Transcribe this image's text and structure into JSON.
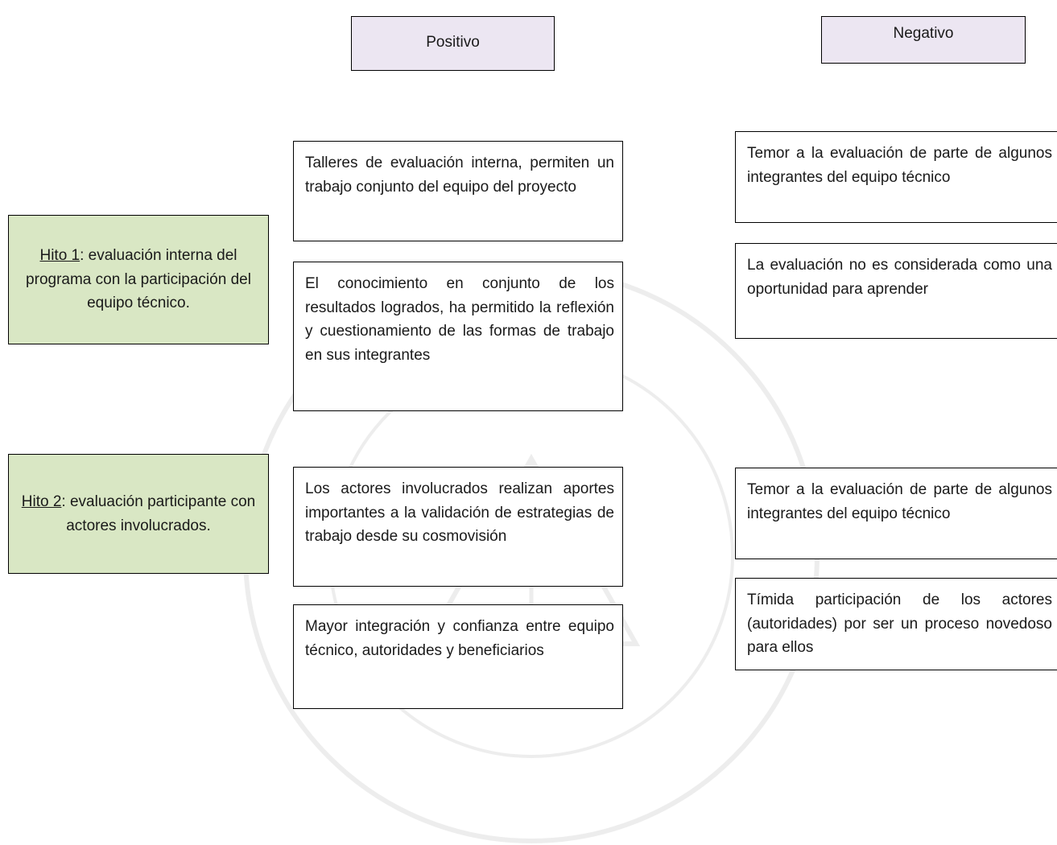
{
  "headers": {
    "positive": "Positivo",
    "negative": "Negativo"
  },
  "hito1": {
    "label": "Hito 1",
    "text": ": evaluación interna del programa con la participación del equipo técnico."
  },
  "hito2": {
    "label": "Hito 2",
    "text": ": evaluación participante con actores involucrados."
  },
  "hito1_positive": [
    "Talleres de evaluación interna, permiten un trabajo conjunto del equipo del proyecto",
    "El conocimiento en conjunto de los resultados logrados, ha permitido la reflexión y cuestionamiento de las formas de trabajo en sus integrantes"
  ],
  "hito1_negative": [
    "Temor a la evaluación de parte de algunos integrantes del equipo técnico",
    "La evaluación no es considerada como una oportunidad para aprender"
  ],
  "hito2_positive": [
    "Los actores involucrados realizan aportes importantes a la validación de estrategias de trabajo desde su cosmovisión",
    "Mayor integración y confianza entre equipo técnico, autoridades y beneficiarios"
  ],
  "hito2_negative": [
    "Temor a la evaluación de parte de algunos integrantes del equipo técnico",
    "Tímida participación de los actores (autoridades) por ser un proceso novedoso para ellos"
  ]
}
